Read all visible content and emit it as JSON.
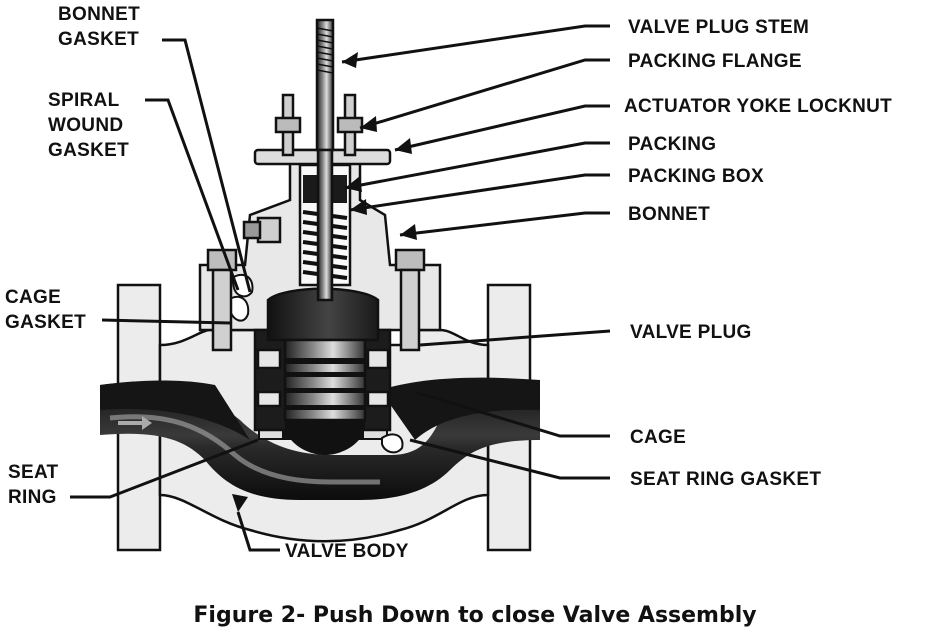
{
  "labels": {
    "bonnet_gasket_1": "BONNET",
    "bonnet_gasket_2": "GASKET",
    "spiral_1": "SPIRAL",
    "spiral_2": "WOUND",
    "spiral_3": "GASKET",
    "cage_gasket_1": "CAGE",
    "cage_gasket_2": "GASKET",
    "seat_ring_1": "SEAT",
    "seat_ring_2": "RING",
    "valve_body": "VALVE BODY",
    "valve_plug_stem": "VALVE PLUG STEM",
    "packing_flange": "PACKING FLANGE",
    "actuator_yoke_locknut": "ACTUATOR YOKE LOCKNUT",
    "packing": "PACKING",
    "packing_box": "PACKING BOX",
    "bonnet": "BONNET",
    "valve_plug": "VALVE PLUG",
    "cage": "CAGE",
    "seat_ring_gasket": "SEAT RING GASKET"
  },
  "caption": "Figure 2-  Push Down to close Valve Assembly"
}
